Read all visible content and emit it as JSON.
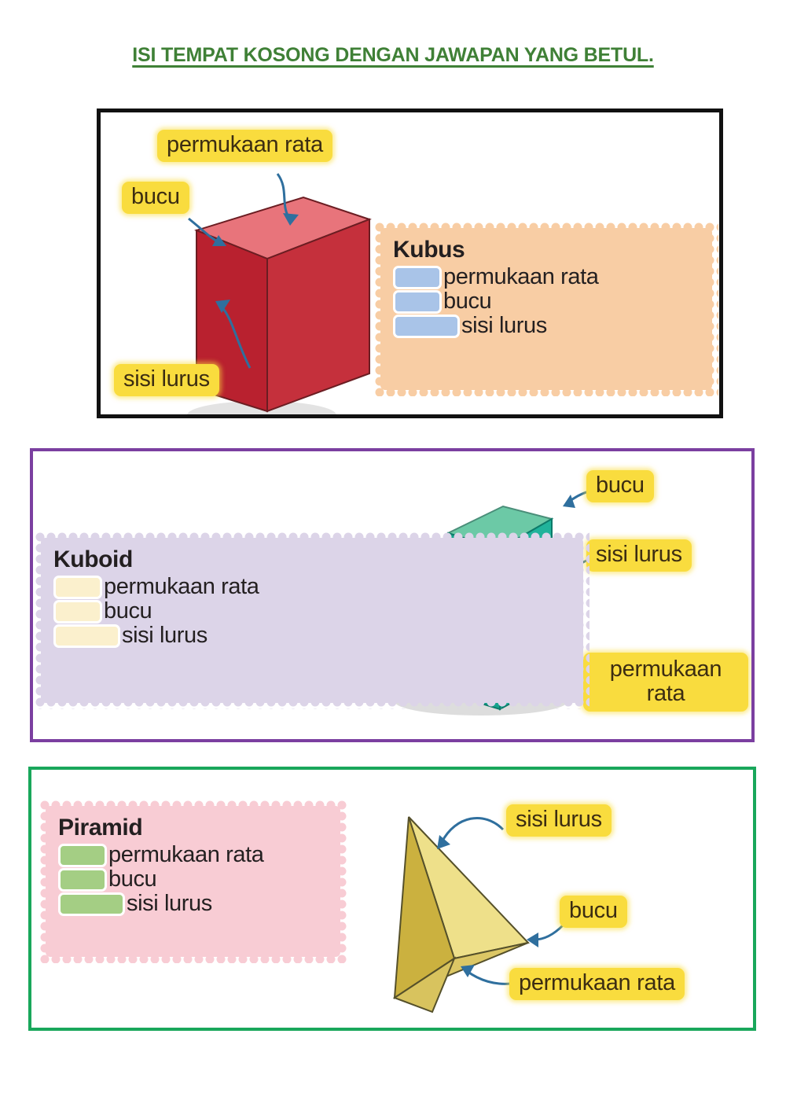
{
  "title": "ISI TEMPAT KOSONG DENGAN JAWAPAN YANG BETUL.",
  "colors": {
    "title_green": "#3f8036",
    "panel1_border": "#111111",
    "panel2_border": "#7b3fa0",
    "panel3_border": "#19a75b",
    "label_yellow": "#f9dc3e",
    "kubus_box_bg": "#f8cda4",
    "kubus_blank": "#a9c4e8",
    "kuboid_box_bg": "#dcd4e8",
    "kuboid_blank": "#fbf0cd",
    "piramid_box_bg": "#f8ccd4",
    "piramid_blank": "#a4ce84",
    "cube_front": "#b9212f",
    "cube_top": "#e8747b",
    "cube_side": "#c8303b",
    "cuboid_front": "#14a38c",
    "cuboid_top": "#6cc9a6",
    "cuboid_side": "#2ab29c",
    "pyramid_left": "#cbb13f",
    "pyramid_top": "#eee08a",
    "pyramid_bottom": "#dcc765",
    "arrow_blue": "#2f6f9e"
  },
  "panels": [
    {
      "id": "kubus",
      "shape_name": "cube",
      "infobox": {
        "title": "Kubus",
        "rows": [
          {
            "blank": "",
            "label": "permukaan rata"
          },
          {
            "blank": "",
            "label": "bucu"
          },
          {
            "blank": "",
            "label": "sisi lurus"
          }
        ]
      },
      "callouts": [
        {
          "text": "permukaan rata"
        },
        {
          "text": "bucu"
        },
        {
          "text": "sisi lurus"
        }
      ]
    },
    {
      "id": "kuboid",
      "shape_name": "cuboid",
      "infobox": {
        "title": "Kuboid",
        "rows": [
          {
            "blank": "",
            "label": "permukaan rata"
          },
          {
            "blank": "",
            "label": "bucu"
          },
          {
            "blank": "",
            "label": "sisi lurus"
          }
        ]
      },
      "callouts": [
        {
          "text": "bucu"
        },
        {
          "text": "sisi lurus"
        },
        {
          "text": "permukaan\nrata"
        }
      ]
    },
    {
      "id": "piramid",
      "shape_name": "pyramid",
      "infobox": {
        "title": "Piramid",
        "rows": [
          {
            "blank": "",
            "label": "permukaan rata"
          },
          {
            "blank": "",
            "label": "bucu"
          },
          {
            "blank": "",
            "label": "sisi lurus"
          }
        ]
      },
      "callouts": [
        {
          "text": "sisi lurus"
        },
        {
          "text": "bucu"
        },
        {
          "text": "permukaan rata"
        }
      ]
    }
  ]
}
